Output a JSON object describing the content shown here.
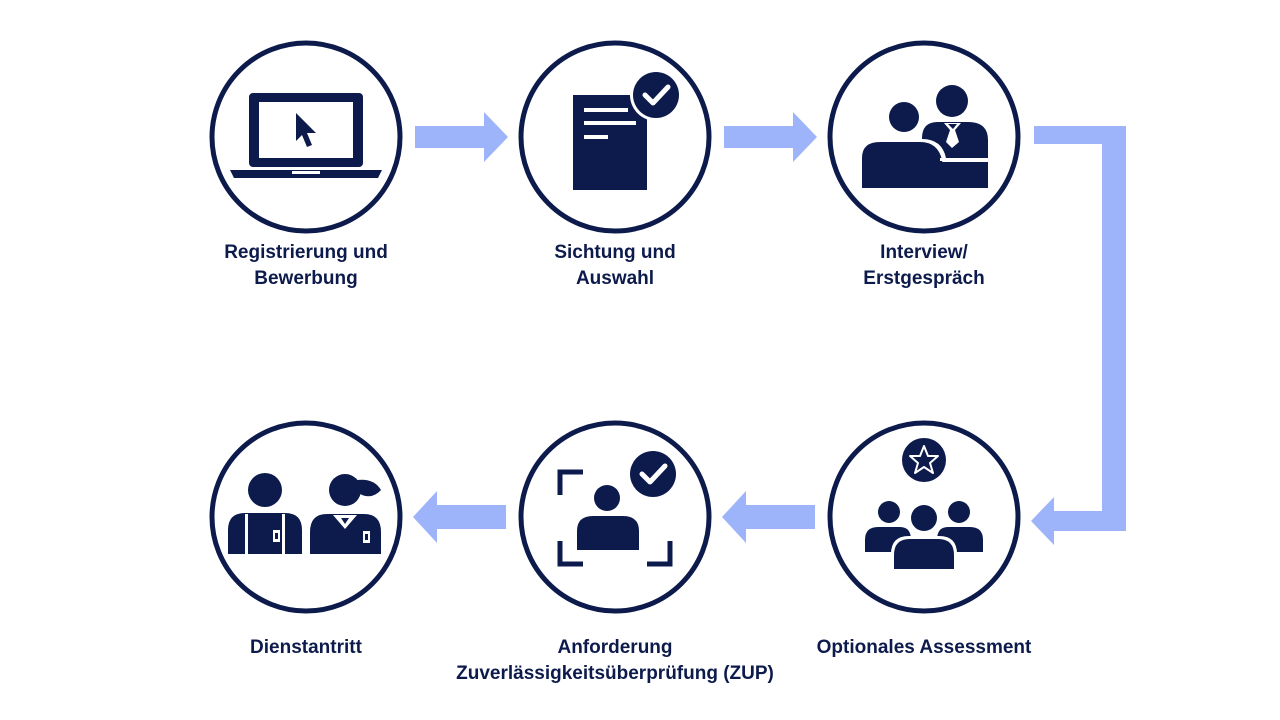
{
  "colors": {
    "navy": "#0d1b4c",
    "arrow": "#9db4fb",
    "background": "#ffffff"
  },
  "steps": [
    {
      "icon": "laptop-cursor-icon",
      "label_lines": [
        "Registrierung und",
        "Bewerbung"
      ]
    },
    {
      "icon": "document-check-icon",
      "label_lines": [
        "Sichtung und",
        "Auswahl"
      ]
    },
    {
      "icon": "interview-people-icon",
      "label_lines": [
        "Interview/",
        "Erstgespräch"
      ]
    },
    {
      "icon": "group-star-icon",
      "label_lines": [
        "Optionales Assessment"
      ]
    },
    {
      "icon": "person-scan-check-icon",
      "label_lines": [
        "Anforderung",
        "Zuverlässigkeitsüberprüfung (ZUP)"
      ]
    },
    {
      "icon": "two-employees-icon",
      "label_lines": [
        "Dienstantritt"
      ]
    }
  ]
}
